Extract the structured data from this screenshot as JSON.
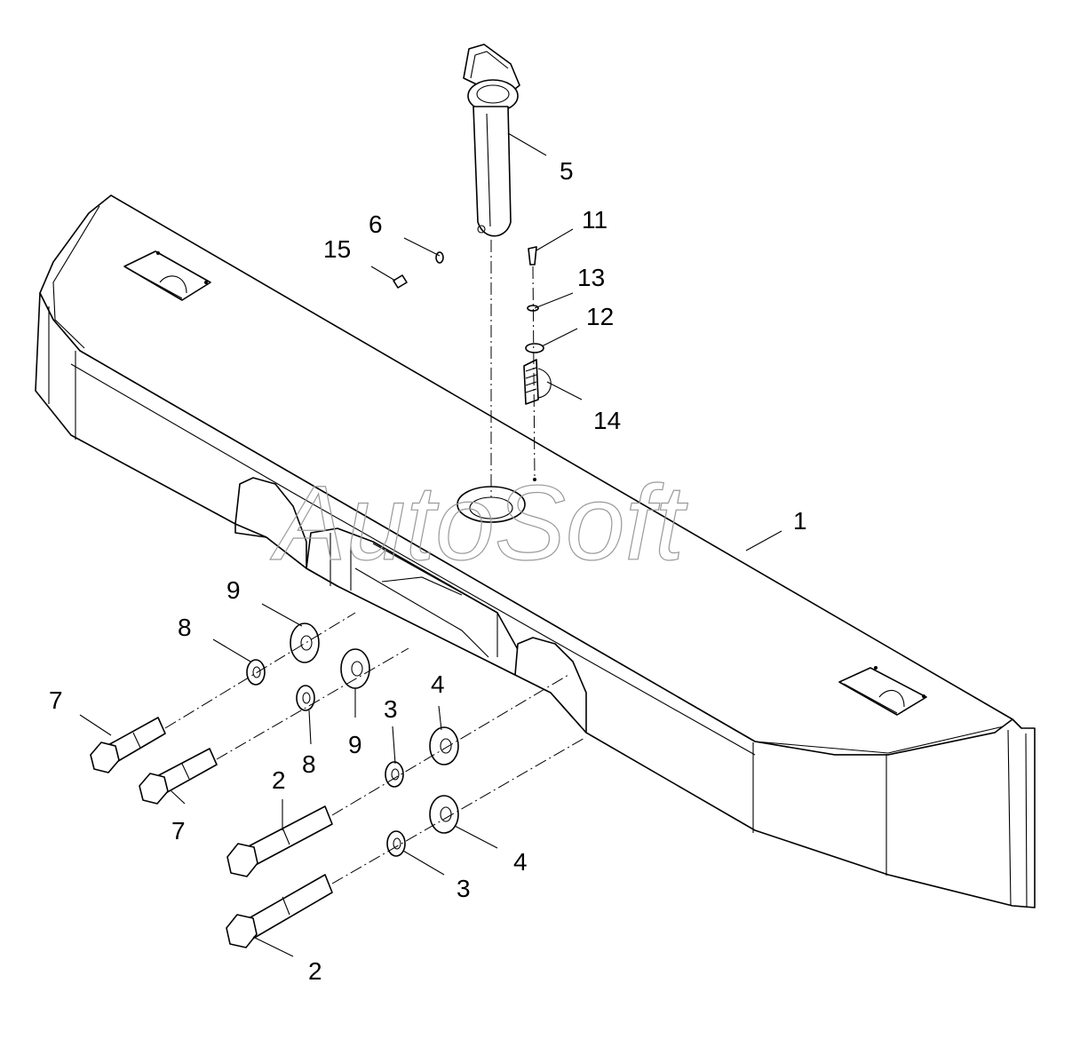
{
  "watermark": "AutoSoft",
  "callouts": {
    "c1": "1",
    "c2a": "2",
    "c2b": "2",
    "c3a": "3",
    "c3b": "3",
    "c4a": "4",
    "c4b": "4",
    "c5": "5",
    "c6": "6",
    "c7a": "7",
    "c7b": "7",
    "c8a": "8",
    "c8b": "8",
    "c9a": "9",
    "c9b": "9",
    "c11": "11",
    "c12": "12",
    "c13": "13",
    "c14": "14",
    "c15": "15"
  }
}
